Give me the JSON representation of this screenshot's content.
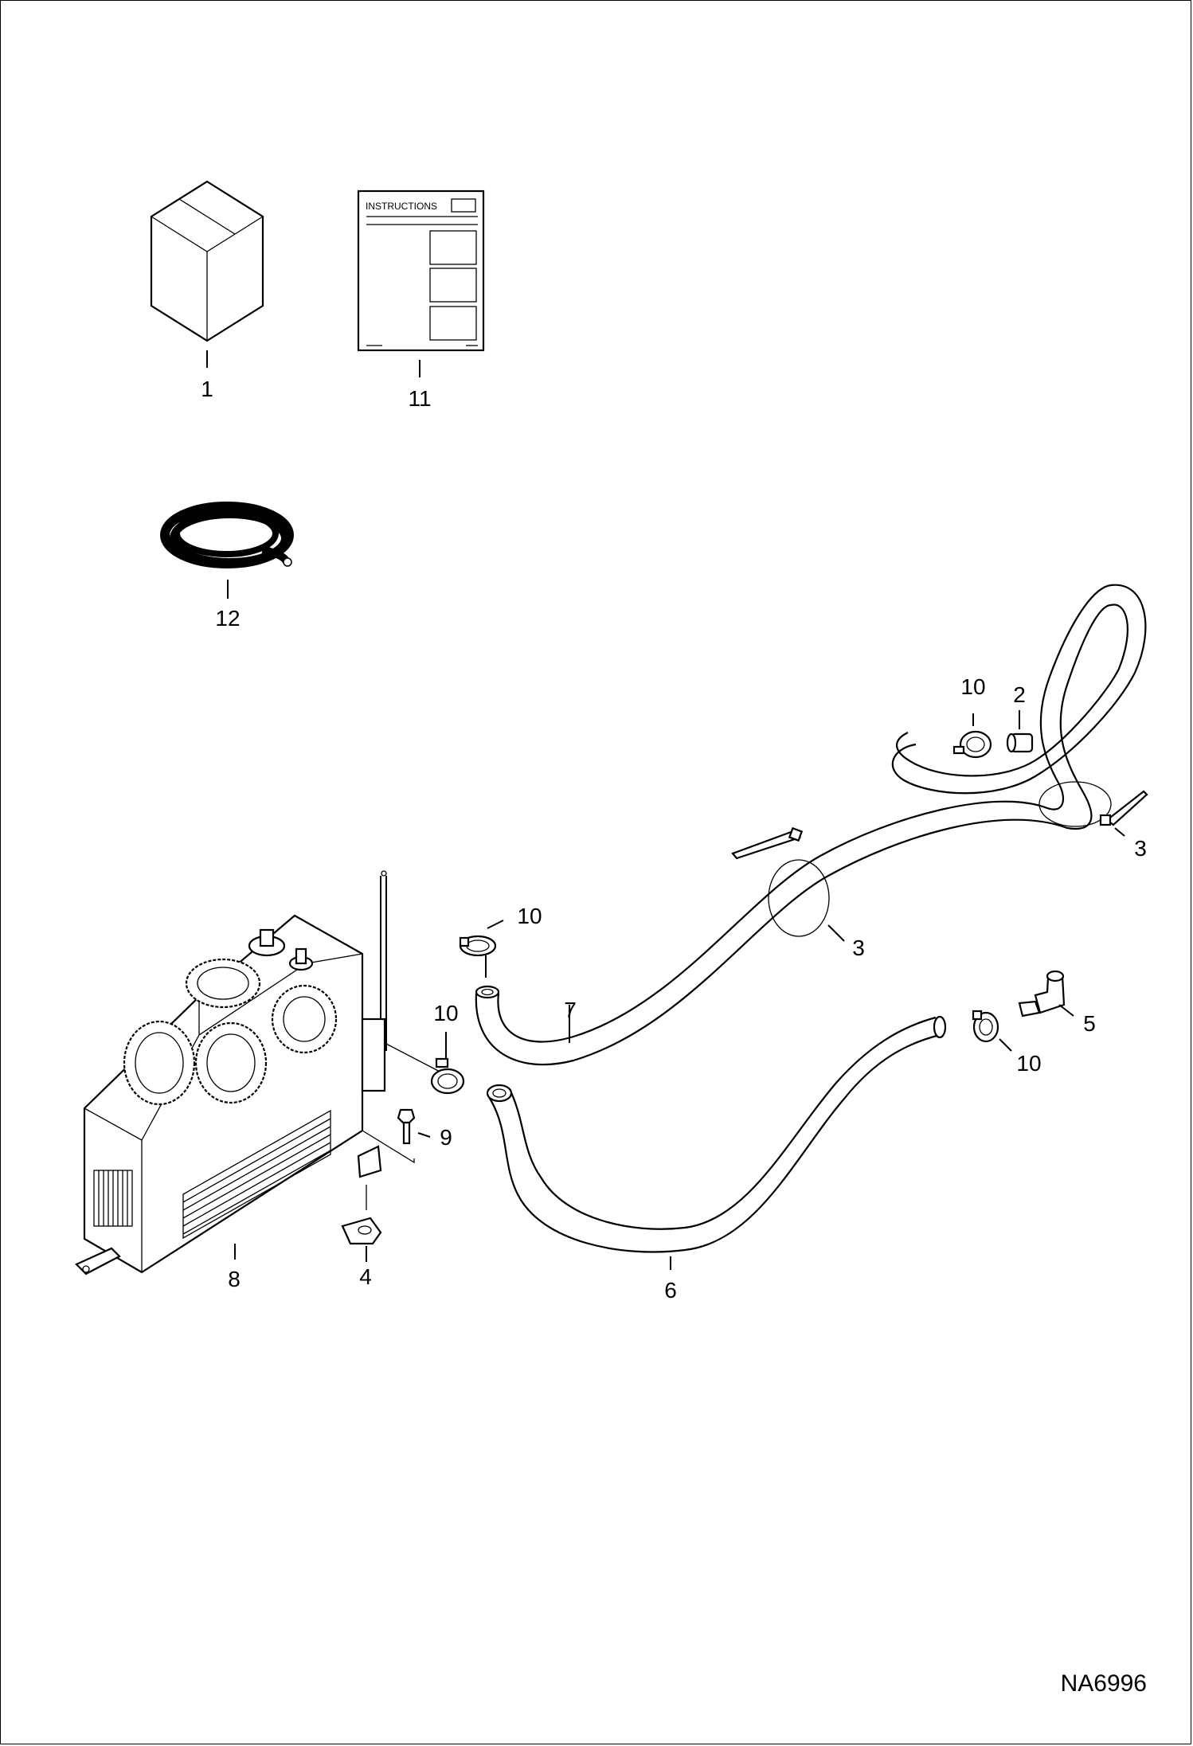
{
  "drawing_code": "NA6996",
  "instructions_label": "INSTRUCTIONS",
  "callouts": {
    "box": "1",
    "fitting_top": "2",
    "tie_right": "3",
    "tie_mid": "3",
    "nut": "4",
    "elbow": "5",
    "hose_lower": "6",
    "hose_upper": "7",
    "heater": "8",
    "bolt": "9",
    "clamp_top_right": "10",
    "clamp_mid": "10",
    "clamp_heater": "10",
    "clamp_elbow": "10",
    "instructions": "11",
    "hose_coil": "12"
  }
}
